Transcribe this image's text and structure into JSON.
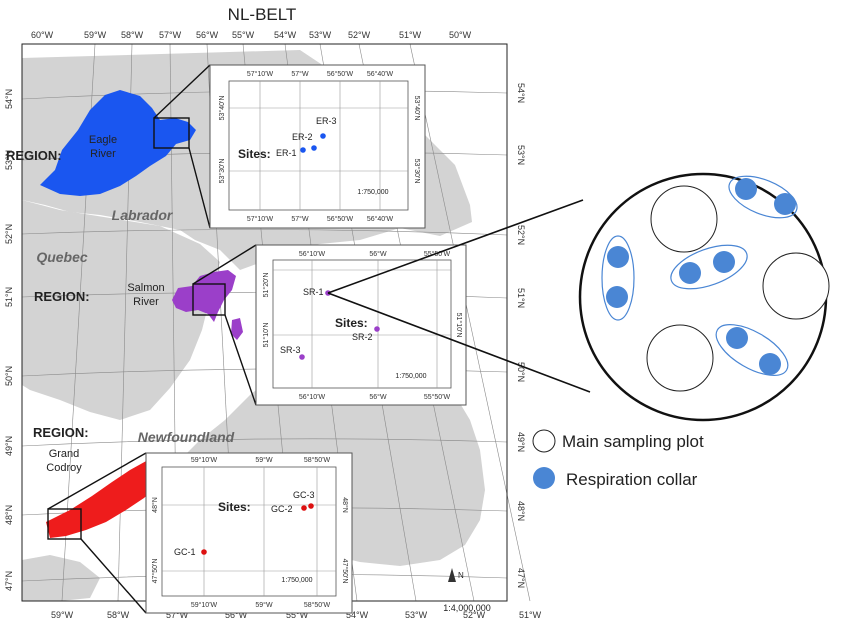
{
  "title": "NL-BELT",
  "main_map": {
    "top_lon_labels": [
      "60°W",
      "59°W",
      "58°W",
      "57°W",
      "56°W",
      "55°W",
      "54°W",
      "53°W",
      "52°W",
      "51°W",
      "50°W"
    ],
    "bottom_lon_labels": [
      "59°W",
      "58°W",
      "57°W",
      "56°W",
      "55°W",
      "54°W",
      "53°W",
      "52°W",
      "51°W"
    ],
    "left_lat_labels": [
      "54°N",
      "53°N",
      "52°N",
      "51°N",
      "50°N",
      "49°N",
      "48°N",
      "47°N"
    ],
    "right_lat_labels": [
      "54°N",
      "53°N",
      "52°N",
      "51°N",
      "50°N",
      "49°N",
      "48°N",
      "47°N"
    ],
    "scale": "1:4,000,000",
    "place_labels": {
      "labrador": "Labrador",
      "quebec": "Quebec",
      "newfoundland": "Newfoundland"
    }
  },
  "regions": [
    {
      "heading": "REGION:",
      "name_line1": "Eagle",
      "name_line2": "River",
      "color": "#1a56f0"
    },
    {
      "heading": "REGION:",
      "name_line1": "Salmon",
      "name_line2": "River",
      "color": "#9b3fc9"
    },
    {
      "heading": "REGION:",
      "name_line1": "Grand",
      "name_line2": "Codroy",
      "color": "#ee1c1c"
    }
  ],
  "insets": [
    {
      "top_labels": [
        "57°10'W",
        "57°W",
        "56°50'W",
        "56°40'W"
      ],
      "bottom_labels": [
        "57°10'W",
        "57°W",
        "56°50'W",
        "56°40'W"
      ],
      "left_labels": [
        "53°40'N",
        "53°30'N"
      ],
      "right_labels": [
        "53°40'N",
        "53°30'N"
      ],
      "scale": "1:750,000",
      "sites_label": "Sites:",
      "sites": [
        "ER-1",
        "ER-2",
        "ER-3"
      ],
      "site_color": "#1a56f0"
    },
    {
      "top_labels": [
        "56°10'W",
        "56°W",
        "55°50'W"
      ],
      "bottom_labels": [
        "56°10'W",
        "56°W",
        "55°50'W"
      ],
      "left_labels": [
        "51°20'N",
        "51°10'N"
      ],
      "right_labels": [
        "51°10'N"
      ],
      "scale": "1:750,000",
      "sites_label": "Sites:",
      "sites": [
        "SR-1",
        "SR-2",
        "SR-3"
      ],
      "site_color": "#9b3fc9"
    },
    {
      "top_labels": [
        "59°10'W",
        "59°W",
        "58°50'W"
      ],
      "bottom_labels": [
        "59°10'W",
        "59°W",
        "58°50'W"
      ],
      "left_labels": [
        "48°N",
        "47°50'N"
      ],
      "right_labels": [
        "48°N",
        "47°50'N"
      ],
      "scale": "1:750,000",
      "sites_label": "Sites:",
      "sites": [
        "GC-1",
        "GC-2",
        "GC-3"
      ],
      "site_color": "#dd1111"
    }
  ],
  "legend": {
    "main_plot": "Main sampling plot",
    "collar": "Respiration collar",
    "collar_color": "#4a86d4"
  }
}
